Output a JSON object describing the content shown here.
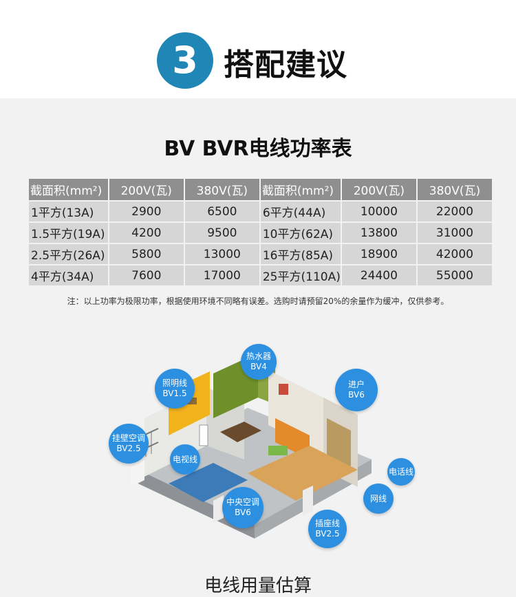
{
  "header": {
    "step_number": "3",
    "title": "搭配建议"
  },
  "table": {
    "title": "BV BVR电线功率表",
    "columns": [
      "截面积(mm²)",
      "200V(瓦)",
      "380V(瓦)",
      "截面积(mm²)",
      "200V(瓦)",
      "380V(瓦)"
    ],
    "rows": [
      [
        "1平方(13A)",
        "2900",
        "6500",
        "6平方(44A)",
        "10000",
        "22000"
      ],
      [
        "1.5平方(19A)",
        "4200",
        "9500",
        "10平方(62A)",
        "13800",
        "31000"
      ],
      [
        "2.5平方(26A)",
        "5800",
        "13000",
        "16平方(85A)",
        "18900",
        "42000"
      ],
      [
        "4平方(34A)",
        "7600",
        "17000",
        "25平方(110A)",
        "24400",
        "55000"
      ]
    ],
    "note": "注：以上功率为极限功率，根据使用环境不同略有误差。选购时请预留20%的余量作为缓冲，仅供参考。"
  },
  "diagram": {
    "labels": {
      "water_heater": "热水器 BV4",
      "lighting": "照明线 BV1.5",
      "entry": "进户 BV6",
      "wall_ac": "挂壁空调 BV2.5",
      "tv": "电视线",
      "phone": "电话线",
      "network": "网线",
      "central_ac": "中央空调 BV6",
      "socket": "插座线 BV2.5"
    }
  },
  "bottom": {
    "title": "电线用量估算"
  },
  "colors": {
    "accent": "#1f86b6",
    "bubble": "#2c8fe0",
    "table_header": "#8f8f8f",
    "table_cell": "#d6d6d6"
  }
}
